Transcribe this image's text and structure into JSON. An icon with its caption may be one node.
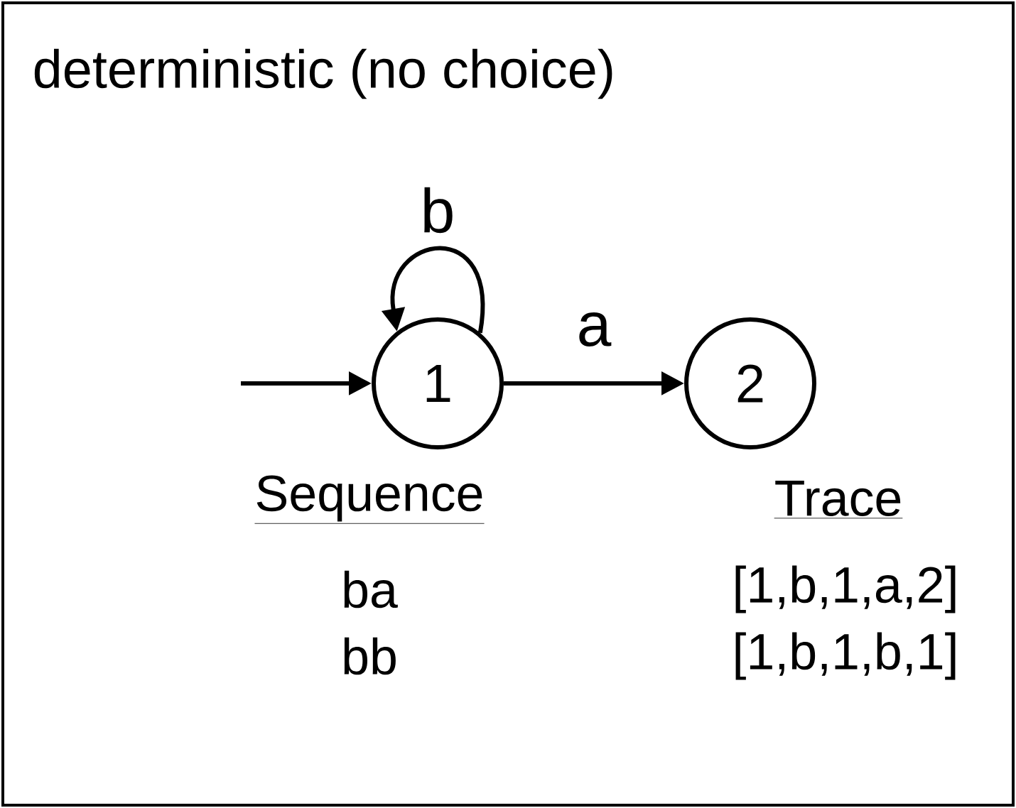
{
  "diagram": {
    "title": "deterministic  (no choice)",
    "nodes": [
      {
        "text": [
          "1"
        ]
      },
      {
        "text": [
          "2"
        ]
      }
    ],
    "edges": [
      {
        "from": null,
        "to": 0,
        "arrow": "to"
      },
      {
        "from": 0,
        "to": 0,
        "arrow": "to",
        "label": "b"
      },
      {
        "from": 0,
        "to": 1,
        "arrow": "to",
        "label": "a"
      }
    ],
    "labels": [
      "Sequence",
      "Trace",
      "ba",
      "[1,b,1,a,2]",
      "bb",
      "[1,b,1,b,1]"
    ]
  }
}
